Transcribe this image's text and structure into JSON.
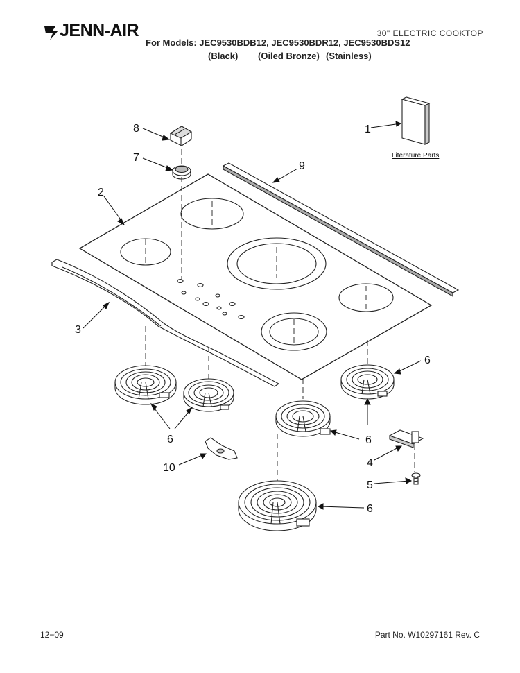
{
  "brand": "JENN-AIR",
  "doc_title": "30\" ELECTRIC COOKTOP",
  "models_line": "For Models: JEC9530BDB12, JEC9530BDR12, JEC9530BDS12",
  "finishes": [
    "(Black)",
    "(Oiled Bronze)",
    "(Stainless)"
  ],
  "literature_label": "Literature Parts",
  "callouts": {
    "c1": "1",
    "c2": "2",
    "c3": "3",
    "c4": "4",
    "c5": "5",
    "c6a": "6",
    "c6b": "6",
    "c6c": "6",
    "c6d": "6",
    "c7": "7",
    "c8": "8",
    "c9": "9",
    "c10": "10"
  },
  "footer": {
    "date": "12−09",
    "part_number": "Part No. W10297161 Rev. C"
  }
}
